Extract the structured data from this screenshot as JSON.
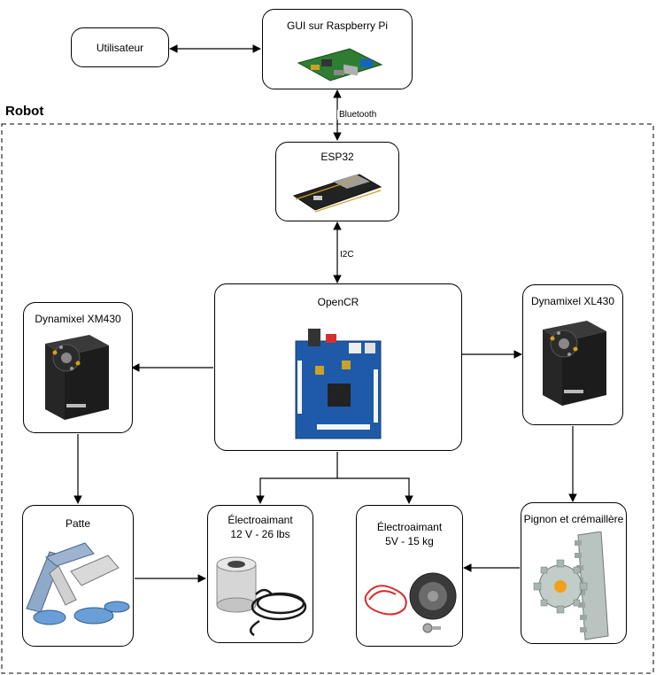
{
  "group": {
    "title": "Robot"
  },
  "nodes": {
    "utilisateur": {
      "label": "Utilisateur"
    },
    "gui": {
      "label": "GUI sur Raspberry Pi"
    },
    "esp32": {
      "label": "ESP32"
    },
    "opencr": {
      "label": "OpenCR"
    },
    "xm430": {
      "label": "Dynamixel XM430"
    },
    "xl430": {
      "label": "Dynamixel XL430"
    },
    "patte": {
      "label": "Patte"
    },
    "electro1": {
      "line1": "Électroaimant",
      "line2": "12 V - 26 lbs"
    },
    "electro2": {
      "line1": "Électroaimant",
      "line2": "5V - 15 kg"
    },
    "pignon": {
      "label": "Pignon et crémaillère"
    }
  },
  "edges": {
    "bluetooth": "Bluetooth",
    "i2c": "I2C"
  },
  "images": {
    "gui": "raspberry-pi-board",
    "esp32": "esp32-board",
    "opencr": "opencr-board",
    "xm430": "dynamixel-servo",
    "xl430": "dynamixel-servo",
    "patte": "robot-leg",
    "electro1": "cylindrical-electromagnet",
    "electro2": "small-electromagnet",
    "pignon": "rack-and-pinion"
  }
}
